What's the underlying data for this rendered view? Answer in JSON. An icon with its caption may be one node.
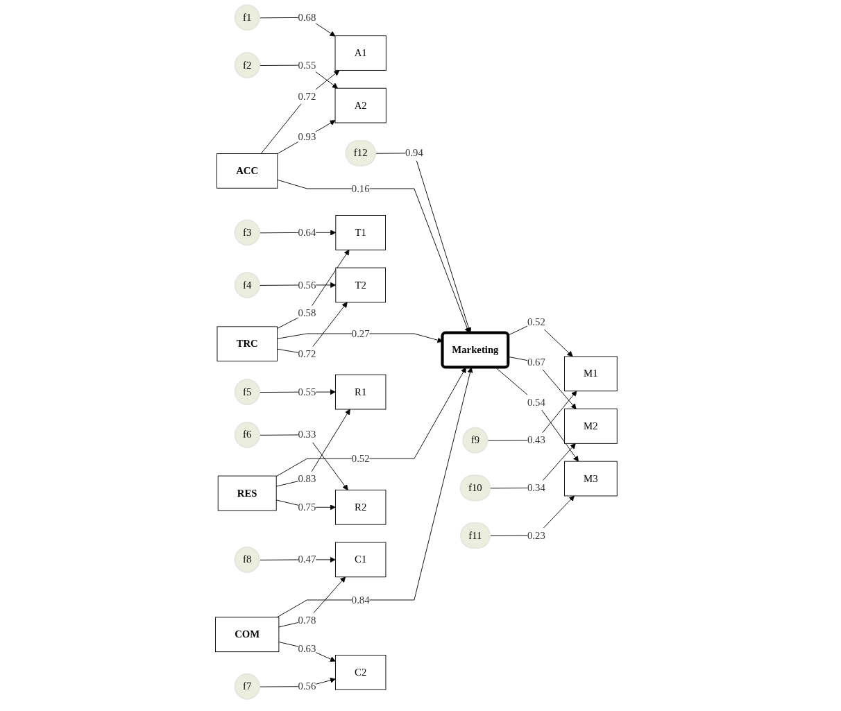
{
  "diagram": {
    "nodes": [
      {
        "text": [
          "f1"
        ]
      },
      {
        "text": [
          "f2"
        ]
      },
      {
        "text": [
          "A1"
        ]
      },
      {
        "text": [
          "A2"
        ]
      },
      {
        "text": [
          "ACC"
        ]
      },
      {
        "text": [
          "f12"
        ]
      },
      {
        "text": [
          "Marketing"
        ]
      },
      {
        "text": [
          "M1"
        ]
      },
      {
        "text": [
          "f9"
        ]
      },
      {
        "text": [
          "TRC"
        ]
      },
      {
        "text": [
          "T1"
        ]
      },
      {
        "text": [
          "f3"
        ]
      },
      {
        "text": [
          "M2"
        ]
      },
      {
        "text": [
          "f10"
        ]
      },
      {
        "text": [
          "T2"
        ]
      },
      {
        "text": [
          "f4"
        ]
      },
      {
        "text": [
          "M3"
        ]
      },
      {
        "text": [
          "f11"
        ]
      },
      {
        "text": [
          "RES"
        ]
      },
      {
        "text": [
          "R1"
        ]
      },
      {
        "text": [
          "f5"
        ]
      },
      {
        "text": [
          "R2"
        ]
      },
      {
        "text": [
          "COM"
        ]
      },
      {
        "text": [
          "f6"
        ]
      },
      {
        "text": [
          "C1"
        ]
      },
      {
        "text": [
          "C2"
        ]
      },
      {
        "text": [
          "f8"
        ]
      },
      {
        "text": [
          "f7"
        ]
      }
    ],
    "edges": [
      {
        "from": 0,
        "to": 2,
        "arrow": "to",
        "label": "0.68"
      },
      {
        "from": 1,
        "to": 3,
        "arrow": "to",
        "label": "0.55"
      },
      {
        "from": 4,
        "to": 2,
        "arrow": "to",
        "label": "0.72"
      },
      {
        "from": 4,
        "to": 3,
        "arrow": "to",
        "label": "0.93"
      },
      {
        "from": 4,
        "to": 6,
        "arrow": "to",
        "label": "0.16"
      },
      {
        "from": 5,
        "to": 6,
        "arrow": "to",
        "label": "0.94"
      },
      {
        "from": 6,
        "to": 7,
        "arrow": "to",
        "label": "0.52"
      },
      {
        "from": 8,
        "to": 7,
        "arrow": "to",
        "label": "0.43"
      },
      {
        "from": 9,
        "to": 10,
        "arrow": "to",
        "label": "0.58"
      },
      {
        "from": 9,
        "to": 6,
        "arrow": "to",
        "label": "0.27"
      },
      {
        "from": 11,
        "to": 10,
        "arrow": "to",
        "label": "0.64"
      },
      {
        "from": 6,
        "to": 12,
        "arrow": "to",
        "label": "0.67"
      },
      {
        "from": 13,
        "to": 12,
        "arrow": "to",
        "label": "0.34"
      },
      {
        "from": 9,
        "to": 14,
        "arrow": "to",
        "label": "0.72"
      },
      {
        "from": 15,
        "to": 14,
        "arrow": "to",
        "label": "0.56"
      },
      {
        "from": 18,
        "to": 6,
        "arrow": "to",
        "label": "0.52"
      },
      {
        "from": 6,
        "to": 16,
        "arrow": "to",
        "label": "0.54"
      },
      {
        "from": 17,
        "to": 16,
        "arrow": "to",
        "label": "0.23"
      },
      {
        "from": 18,
        "to": 19,
        "arrow": "to",
        "label": "0.83"
      },
      {
        "from": 20,
        "to": 19,
        "arrow": "to",
        "label": "0.55"
      },
      {
        "from": 18,
        "to": 21,
        "arrow": "to",
        "label": "0.75"
      },
      {
        "from": 22,
        "to": 6,
        "arrow": "to",
        "label": "0.84"
      },
      {
        "from": 23,
        "to": 21,
        "arrow": "to",
        "label": "0.33"
      },
      {
        "from": 22,
        "to": 24,
        "arrow": "to",
        "label": "0.78"
      },
      {
        "from": 22,
        "to": 25,
        "arrow": "to",
        "label": "0.63"
      },
      {
        "from": 26,
        "to": 24,
        "arrow": "to",
        "label": "0.47"
      },
      {
        "from": 27,
        "to": 25,
        "arrow": "to",
        "label": "0.56"
      }
    ]
  }
}
